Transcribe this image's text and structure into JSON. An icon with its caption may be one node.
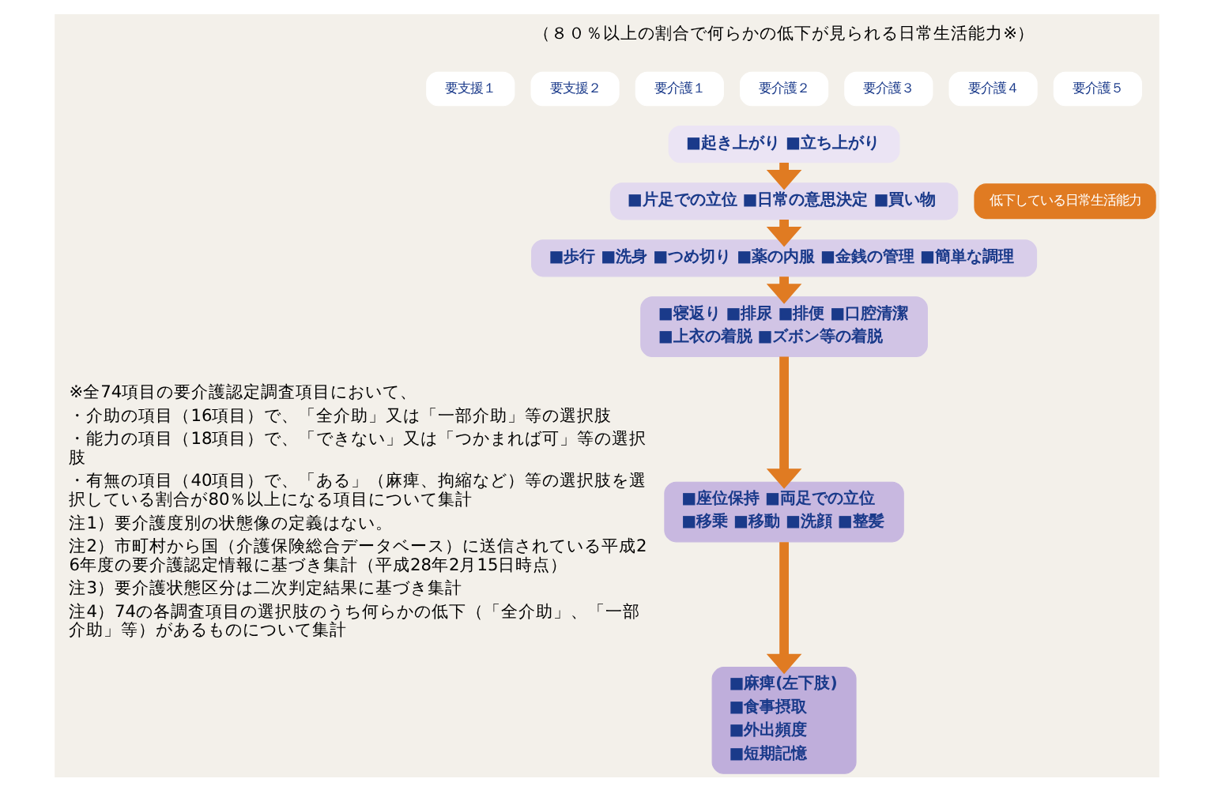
{
  "diagram": {
    "nodes": [
      {
        "text": [
          "要支援１"
        ]
      },
      {
        "text": [
          "要支援２"
        ]
      },
      {
        "text": [
          "要介護１"
        ]
      },
      {
        "text": [
          "要介護２"
        ]
      },
      {
        "text": [
          "要介護３"
        ]
      },
      {
        "text": [
          "要介護４"
        ]
      },
      {
        "text": [
          "要介護５"
        ]
      },
      {
        "text": [
          "■起き上がり ■立ち上がり"
        ]
      },
      {
        "text": [
          "■片足での立位 ■日常の意思決定 ■買い物"
        ]
      },
      {
        "text": [
          "■歩行 ■洗身 ■つめ切り ■薬の内服 ■金銭の管理 ■簡単な調理"
        ]
      },
      {
        "text": [
          "■寝返り ■排尿 ■排便 ■口腔清潔",
          "■上衣の着脱 ■ズボン等の着脱"
        ]
      },
      {
        "text": [
          "■座位保持 ■両足での立位",
          "■移乗 ■移動 ■洗顔 ■整髪"
        ]
      },
      {
        "text": [
          "■麻痺(左下肢)",
          "■食事摂取",
          "■外出頻度",
          "■短期記憶"
        ]
      },
      {
        "text": [
          "低下している日常生活能力"
        ]
      }
    ],
    "edges": [
      {
        "from": 7,
        "to": 8,
        "arrow": "to"
      },
      {
        "from": 8,
        "to": 9,
        "arrow": "to"
      },
      {
        "from": 9,
        "to": 10,
        "arrow": "to"
      },
      {
        "from": 10,
        "to": 11,
        "arrow": "to"
      },
      {
        "from": 11,
        "to": 12,
        "arrow": "to"
      }
    ],
    "labels": [
      "（８０％以上の割合で何らかの低下が見られる日常生活能力※）",
      "※全74項目の要介護認定調査項目において、",
      "・介助の項目（16項目）で、「全介助」又は「一部介助」等の選択肢",
      "・能力の項目（18項目）で、「できない」又は「つかまれば可」等の選択肢",
      "・有無の項目（40項目）で、「ある」（麻痺、拘縮など）等の選択肢を選択している割合が80％以上になる項目について集計",
      "注1）要介護度別の状態像の定義はない。",
      "注2）市町村から国（介護保険総合データベース）に送信されている平成26年度の要介護認定情報に基づき集計（平成28年2月15日時点）",
      "注3）要介護状態区分は二次判定結果に基づき集計",
      "注4）74の各調査項目の選択肢のうち何らかの低下（「全介助」、「一部介助」等）があるものについて集計"
    ]
  }
}
